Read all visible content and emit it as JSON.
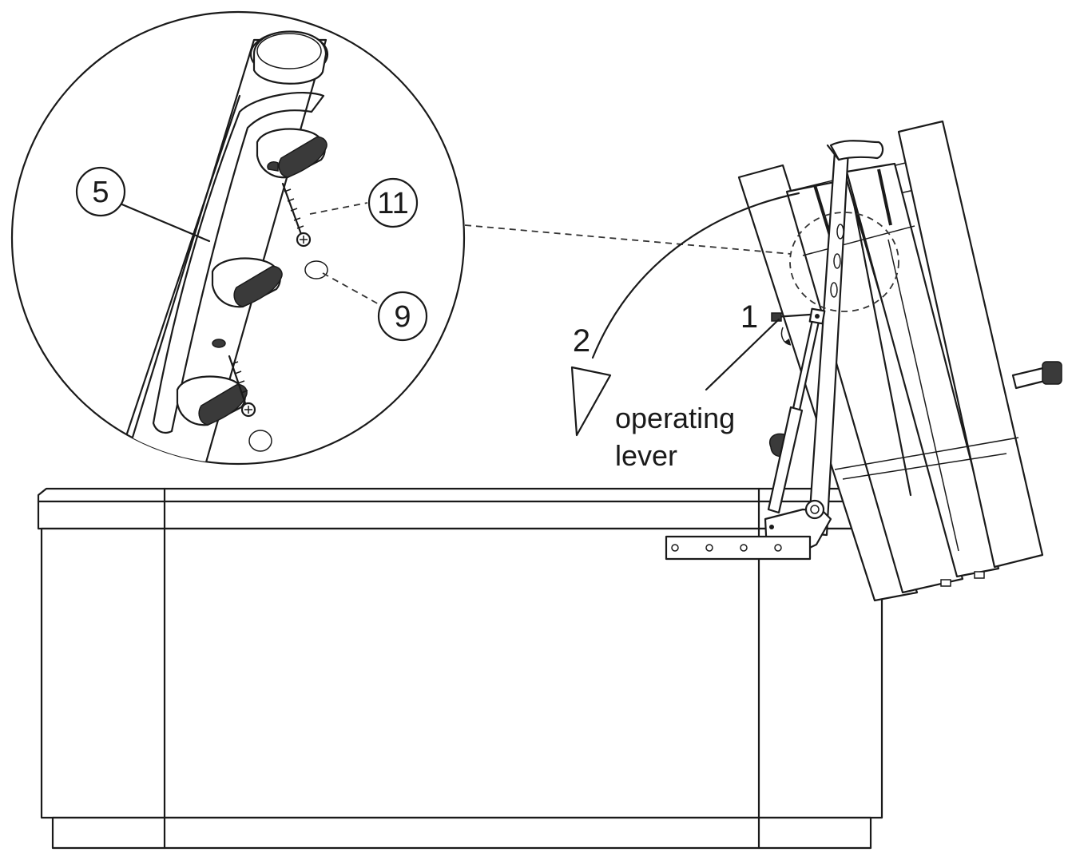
{
  "callouts": {
    "c5": "5",
    "c11": "11",
    "c9": "9"
  },
  "steps": {
    "s1": "1",
    "s2": "2"
  },
  "label": {
    "line1": "operating",
    "line2": "lever"
  }
}
